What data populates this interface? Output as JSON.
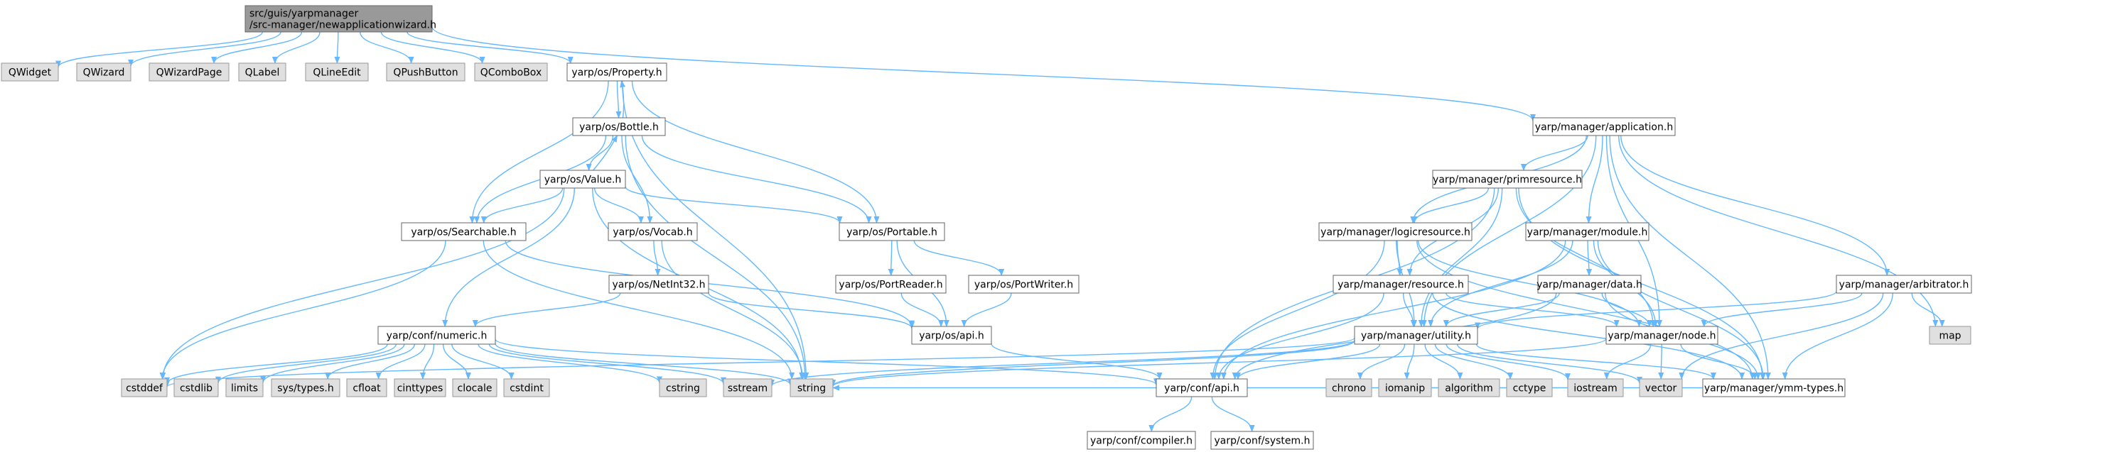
{
  "title": "src/guis/yarpmanager/src-manager/newapplicationwizard.h include dependency graph",
  "colors": {
    "root_fill": "#999999",
    "node_fill": "#ffffff",
    "system_fill": "#e0e0e0",
    "edge": "#63b8ff",
    "text": "#000000"
  },
  "nodes": [
    {
      "id": "root",
      "kind": "root",
      "lines": [
        "src/guis/yarpmanager",
        "/src-manager/newapplicationwizard.h"
      ]
    },
    {
      "id": "QWidget",
      "kind": "system",
      "lines": [
        "QWidget"
      ]
    },
    {
      "id": "QWizard",
      "kind": "system",
      "lines": [
        "QWizard"
      ]
    },
    {
      "id": "QWizardPage",
      "kind": "system",
      "lines": [
        "QWizardPage"
      ]
    },
    {
      "id": "QLabel",
      "kind": "system",
      "lines": [
        "QLabel"
      ]
    },
    {
      "id": "QLineEdit",
      "kind": "system",
      "lines": [
        "QLineEdit"
      ]
    },
    {
      "id": "QPushButton",
      "kind": "system",
      "lines": [
        "QPushButton"
      ]
    },
    {
      "id": "QComboBox",
      "kind": "system",
      "lines": [
        "QComboBox"
      ]
    },
    {
      "id": "Property",
      "kind": "normal",
      "lines": [
        "yarp/os/Property.h"
      ]
    },
    {
      "id": "Bottle",
      "kind": "normal",
      "lines": [
        "yarp/os/Bottle.h"
      ]
    },
    {
      "id": "Value",
      "kind": "normal",
      "lines": [
        "yarp/os/Value.h"
      ]
    },
    {
      "id": "Searchable",
      "kind": "normal",
      "lines": [
        "yarp/os/Searchable.h"
      ]
    },
    {
      "id": "Vocab",
      "kind": "normal",
      "lines": [
        "yarp/os/Vocab.h"
      ]
    },
    {
      "id": "Portable",
      "kind": "normal",
      "lines": [
        "yarp/os/Portable.h"
      ]
    },
    {
      "id": "NetInt32",
      "kind": "normal",
      "lines": [
        "yarp/os/NetInt32.h"
      ]
    },
    {
      "id": "PortReader",
      "kind": "normal",
      "lines": [
        "yarp/os/PortReader.h"
      ]
    },
    {
      "id": "PortWriter",
      "kind": "normal",
      "lines": [
        "yarp/os/PortWriter.h"
      ]
    },
    {
      "id": "osapi",
      "kind": "normal",
      "lines": [
        "yarp/os/api.h"
      ]
    },
    {
      "id": "numeric",
      "kind": "normal",
      "lines": [
        "yarp/conf/numeric.h"
      ]
    },
    {
      "id": "confapi",
      "kind": "normal",
      "lines": [
        "yarp/conf/api.h"
      ]
    },
    {
      "id": "compiler",
      "kind": "normal",
      "lines": [
        "yarp/conf/compiler.h"
      ]
    },
    {
      "id": "system",
      "kind": "normal",
      "lines": [
        "yarp/conf/system.h"
      ]
    },
    {
      "id": "application",
      "kind": "normal",
      "lines": [
        "yarp/manager/application.h"
      ]
    },
    {
      "id": "primresource",
      "kind": "normal",
      "lines": [
        "yarp/manager/primresource.h"
      ]
    },
    {
      "id": "logicresource",
      "kind": "normal",
      "lines": [
        "yarp/manager/logicresource.h"
      ]
    },
    {
      "id": "module",
      "kind": "normal",
      "lines": [
        "yarp/manager/module.h"
      ]
    },
    {
      "id": "resource",
      "kind": "normal",
      "lines": [
        "yarp/manager/resource.h"
      ]
    },
    {
      "id": "data",
      "kind": "normal",
      "lines": [
        "yarp/manager/data.h"
      ]
    },
    {
      "id": "arbitrator",
      "kind": "normal",
      "lines": [
        "yarp/manager/arbitrator.h"
      ]
    },
    {
      "id": "utility",
      "kind": "normal",
      "lines": [
        "yarp/manager/utility.h"
      ]
    },
    {
      "id": "node",
      "kind": "normal",
      "lines": [
        "yarp/manager/node.h"
      ]
    },
    {
      "id": "ymm",
      "kind": "normal",
      "lines": [
        "yarp/manager/ymm-types.h"
      ]
    },
    {
      "id": "cstddef",
      "kind": "system",
      "lines": [
        "cstddef"
      ]
    },
    {
      "id": "cstdlib",
      "kind": "system",
      "lines": [
        "cstdlib"
      ]
    },
    {
      "id": "limits",
      "kind": "system",
      "lines": [
        "limits"
      ]
    },
    {
      "id": "systypes",
      "kind": "system",
      "lines": [
        "sys/types.h"
      ]
    },
    {
      "id": "cfloat",
      "kind": "system",
      "lines": [
        "cfloat"
      ]
    },
    {
      "id": "cinttypes",
      "kind": "system",
      "lines": [
        "cinttypes"
      ]
    },
    {
      "id": "clocale",
      "kind": "system",
      "lines": [
        "clocale"
      ]
    },
    {
      "id": "cstdint",
      "kind": "system",
      "lines": [
        "cstdint"
      ]
    },
    {
      "id": "cstring",
      "kind": "system",
      "lines": [
        "cstring"
      ]
    },
    {
      "id": "sstream",
      "kind": "system",
      "lines": [
        "sstream"
      ]
    },
    {
      "id": "string",
      "kind": "system",
      "lines": [
        "string"
      ]
    },
    {
      "id": "chrono",
      "kind": "system",
      "lines": [
        "chrono"
      ]
    },
    {
      "id": "iomanip",
      "kind": "system",
      "lines": [
        "iomanip"
      ]
    },
    {
      "id": "algorithm",
      "kind": "system",
      "lines": [
        "algorithm"
      ]
    },
    {
      "id": "cctype",
      "kind": "system",
      "lines": [
        "cctype"
      ]
    },
    {
      "id": "iostream",
      "kind": "system",
      "lines": [
        "iostream"
      ]
    },
    {
      "id": "vector",
      "kind": "system",
      "lines": [
        "vector"
      ]
    },
    {
      "id": "map",
      "kind": "system",
      "lines": [
        "map"
      ]
    }
  ],
  "edges": [
    [
      "root",
      "QWidget"
    ],
    [
      "root",
      "QWizard"
    ],
    [
      "root",
      "QWizardPage"
    ],
    [
      "root",
      "QLabel"
    ],
    [
      "root",
      "QLineEdit"
    ],
    [
      "root",
      "QPushButton"
    ],
    [
      "root",
      "QComboBox"
    ],
    [
      "root",
      "Property"
    ],
    [
      "root",
      "application"
    ],
    [
      "Property",
      "Bottle"
    ],
    [
      "Property",
      "Searchable"
    ],
    [
      "Property",
      "Portable"
    ],
    [
      "Property",
      "string"
    ],
    [
      "Bottle",
      "Property"
    ],
    [
      "Bottle",
      "Value"
    ],
    [
      "Bottle",
      "Searchable"
    ],
    [
      "Bottle",
      "Vocab"
    ],
    [
      "Bottle",
      "Portable"
    ],
    [
      "Bottle",
      "string"
    ],
    [
      "Value",
      "Bottle"
    ],
    [
      "Value",
      "Searchable"
    ],
    [
      "Value",
      "Vocab"
    ],
    [
      "Value",
      "Portable"
    ],
    [
      "Value",
      "numeric"
    ],
    [
      "Value",
      "cstddef"
    ],
    [
      "Value",
      "string"
    ],
    [
      "Searchable",
      "osapi"
    ],
    [
      "Searchable",
      "cstddef"
    ],
    [
      "Searchable",
      "string"
    ],
    [
      "Vocab",
      "NetInt32"
    ],
    [
      "Vocab",
      "string"
    ],
    [
      "Portable",
      "PortReader"
    ],
    [
      "Portable",
      "PortWriter"
    ],
    [
      "Portable",
      "osapi"
    ],
    [
      "NetInt32",
      "numeric"
    ],
    [
      "NetInt32",
      "osapi"
    ],
    [
      "PortReader",
      "osapi"
    ],
    [
      "PortWriter",
      "osapi"
    ],
    [
      "osapi",
      "confapi"
    ],
    [
      "numeric",
      "cstddef"
    ],
    [
      "numeric",
      "cstdlib"
    ],
    [
      "numeric",
      "limits"
    ],
    [
      "numeric",
      "systypes"
    ],
    [
      "numeric",
      "cfloat"
    ],
    [
      "numeric",
      "cinttypes"
    ],
    [
      "numeric",
      "clocale"
    ],
    [
      "numeric",
      "cstdint"
    ],
    [
      "numeric",
      "cstring"
    ],
    [
      "numeric",
      "sstream"
    ],
    [
      "numeric",
      "string"
    ],
    [
      "numeric",
      "confapi"
    ],
    [
      "confapi",
      "compiler"
    ],
    [
      "confapi",
      "system"
    ],
    [
      "application",
      "primresource"
    ],
    [
      "application",
      "logicresource"
    ],
    [
      "application",
      "module"
    ],
    [
      "application",
      "arbitrator"
    ],
    [
      "application",
      "utility"
    ],
    [
      "application",
      "node"
    ],
    [
      "application",
      "ymm"
    ],
    [
      "application",
      "map"
    ],
    [
      "primresource",
      "logicresource"
    ],
    [
      "primresource",
      "resource"
    ],
    [
      "primresource",
      "utility"
    ],
    [
      "primresource",
      "node"
    ],
    [
      "primresource",
      "ymm"
    ],
    [
      "primresource",
      "confapi"
    ],
    [
      "logicresource",
      "resource"
    ],
    [
      "logicresource",
      "utility"
    ],
    [
      "logicresource",
      "node"
    ],
    [
      "logicresource",
      "ymm"
    ],
    [
      "logicresource",
      "confapi"
    ],
    [
      "module",
      "data"
    ],
    [
      "module",
      "utility"
    ],
    [
      "module",
      "node"
    ],
    [
      "module",
      "ymm"
    ],
    [
      "module",
      "confapi"
    ],
    [
      "resource",
      "utility"
    ],
    [
      "resource",
      "node"
    ],
    [
      "resource",
      "ymm"
    ],
    [
      "resource",
      "confapi"
    ],
    [
      "data",
      "utility"
    ],
    [
      "data",
      "node"
    ],
    [
      "data",
      "ymm"
    ],
    [
      "data",
      "confapi"
    ],
    [
      "arbitrator",
      "utility"
    ],
    [
      "arbitrator",
      "node"
    ],
    [
      "arbitrator",
      "ymm"
    ],
    [
      "arbitrator",
      "map"
    ],
    [
      "arbitrator",
      "vector"
    ],
    [
      "utility",
      "string"
    ],
    [
      "utility",
      "cstddef"
    ],
    [
      "utility",
      "sstream"
    ],
    [
      "utility",
      "chrono"
    ],
    [
      "utility",
      "iomanip"
    ],
    [
      "utility",
      "algorithm"
    ],
    [
      "utility",
      "cctype"
    ],
    [
      "utility",
      "iostream"
    ],
    [
      "utility",
      "vector"
    ],
    [
      "utility",
      "ymm"
    ],
    [
      "utility",
      "confapi"
    ],
    [
      "node",
      "string"
    ],
    [
      "node",
      "iostream"
    ],
    [
      "node",
      "vector"
    ],
    [
      "node",
      "ymm"
    ],
    [
      "ymm",
      "string"
    ]
  ]
}
